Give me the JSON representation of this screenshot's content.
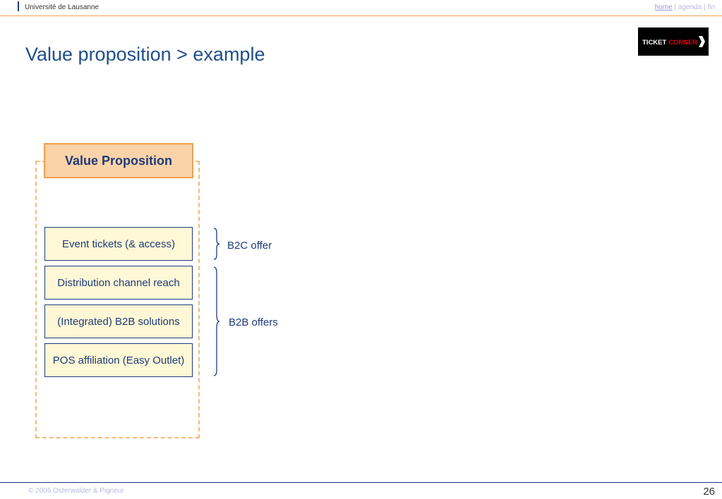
{
  "header": {
    "organization": "Université de Lausanne",
    "nav": {
      "home": "home",
      "separator_1": " | ",
      "agenda": "agenda",
      "separator_2": " | ",
      "fin": "fin"
    }
  },
  "title": "Value proposition > example",
  "logo": {
    "text_white": "TICKET",
    "text_red": "CORNER",
    "icon": "chevron-right-icon",
    "colors": {
      "background": "#000000",
      "white": "#ffffff",
      "red": "#e2001a"
    }
  },
  "canvas": {
    "header_label": "Value Proposition",
    "items": [
      {
        "label": "Event tickets (& access)"
      },
      {
        "label": "Distribution channel reach"
      },
      {
        "label": "(Integrated) B2B solutions"
      },
      {
        "label": "POS affiliation (Easy Outlet)"
      }
    ],
    "groups": {
      "b2c": "B2C offer",
      "b2b": "B2B offers"
    }
  },
  "footer": {
    "copyright": "© 2006  Osterwalder & Pigneur",
    "page_number": "26"
  },
  "colors": {
    "title_blue": "#1f4e8c",
    "navy": "#1f3b7a",
    "orange": "#f0a050",
    "orange_fill": "#fbd3a8",
    "item_fill": "#fff8d6"
  }
}
